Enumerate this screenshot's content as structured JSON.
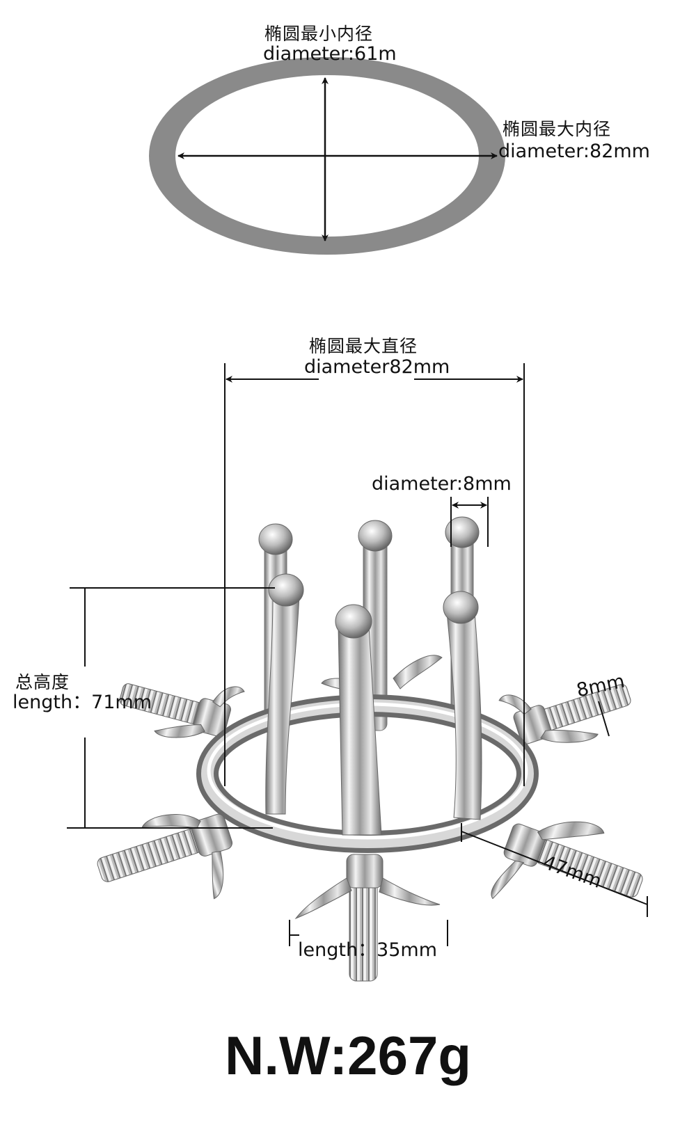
{
  "oval": {
    "min_cn": "椭圆最小内径",
    "min_en": "diameter:61m",
    "max_cn": "椭圆最大内径",
    "max_en": "diameter:82mm"
  },
  "device": {
    "outer_cn": "椭圆最大直径",
    "outer_en": "diameter82mm",
    "pin_en": "diameter:8mm",
    "height_cn": "总高度",
    "height_en": "length：71mm",
    "screw_dia": "8mm",
    "screw_len_en": "length：35mm",
    "spread": "47mm"
  },
  "weight": "N.W:267g",
  "colors": {
    "ring": "#8a8a8a",
    "metal_light": "#f2f2f2",
    "metal_dark": "#6e6e6e",
    "ink": "#111111"
  }
}
